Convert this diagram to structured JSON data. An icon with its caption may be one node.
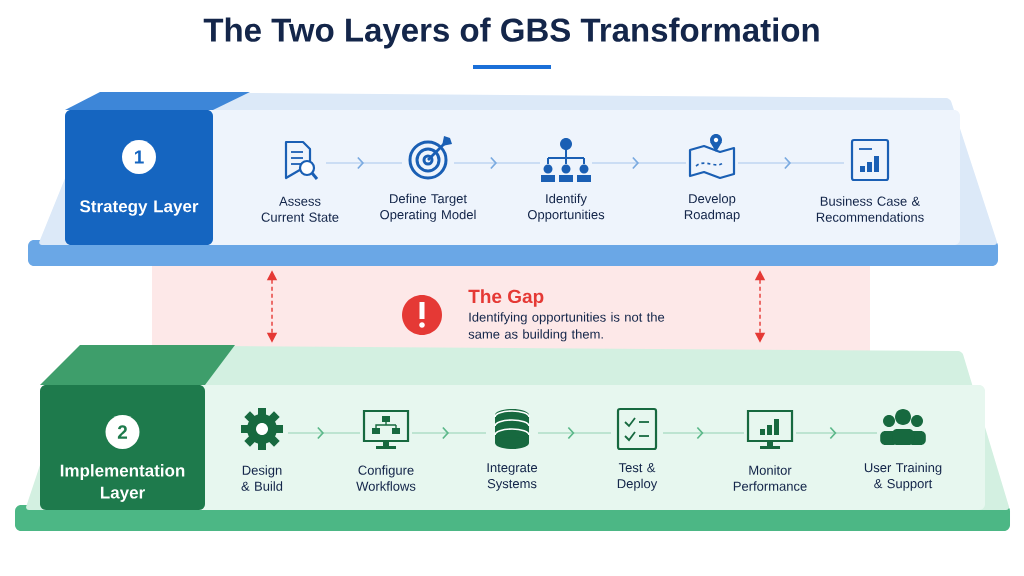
{
  "diagram": {
    "title": "The Two Layers of GBS Transformation",
    "nodes": [
      {
        "text": [],
        "shape": "box"
      },
      {
        "text": [
          "1",
          "Strategy Layer"
        ],
        "in": 0
      },
      {
        "text": [
          "Assess Current State"
        ],
        "in": 0
      },
      {
        "text": [
          "Define Target Operating Model"
        ],
        "in": 0
      },
      {
        "text": [
          "Identify Opportunities"
        ],
        "in": 0
      },
      {
        "text": [
          "Develop Roadmap"
        ],
        "in": 0
      },
      {
        "text": [
          "Business Case & Recommendations"
        ],
        "in": 0
      },
      {
        "text": [
          "The Gap",
          "Identifying opportunities is not the same as building them."
        ]
      },
      {
        "text": [],
        "shape": "box"
      },
      {
        "text": [
          "2",
          "Implementation Layer"
        ],
        "in": 8
      },
      {
        "text": [
          "Design & Build"
        ],
        "in": 8
      },
      {
        "text": [
          "Configure Workflows"
        ],
        "in": 8
      },
      {
        "text": [
          "Integrate Systems"
        ],
        "in": 8
      },
      {
        "text": [
          "Test & Deploy"
        ],
        "in": 8
      },
      {
        "text": [
          "Monitor Performance"
        ],
        "in": 8
      },
      {
        "text": [
          "User Training & Support"
        ],
        "in": 8
      }
    ],
    "edges": [
      {
        "from": 2,
        "to": 3,
        "arrow": "to"
      },
      {
        "from": 3,
        "to": 4,
        "arrow": "to"
      },
      {
        "from": 4,
        "to": 5,
        "arrow": "to"
      },
      {
        "from": 5,
        "to": 6,
        "arrow": "to"
      },
      {
        "from": 10,
        "to": 11,
        "arrow": "to"
      },
      {
        "from": 11,
        "to": 12,
        "arrow": "to"
      },
      {
        "from": 12,
        "to": 13,
        "arrow": "to"
      },
      {
        "from": 13,
        "to": 14,
        "arrow": "to"
      },
      {
        "from": 14,
        "to": 15,
        "arrow": "to"
      },
      {
        "from": 0,
        "to": 8,
        "arrow": "both",
        "style": "dashed",
        "color": "#e53935"
      },
      {
        "from": 0,
        "to": 8,
        "arrow": "both",
        "style": "dashed",
        "color": "#e53935"
      }
    ]
  }
}
